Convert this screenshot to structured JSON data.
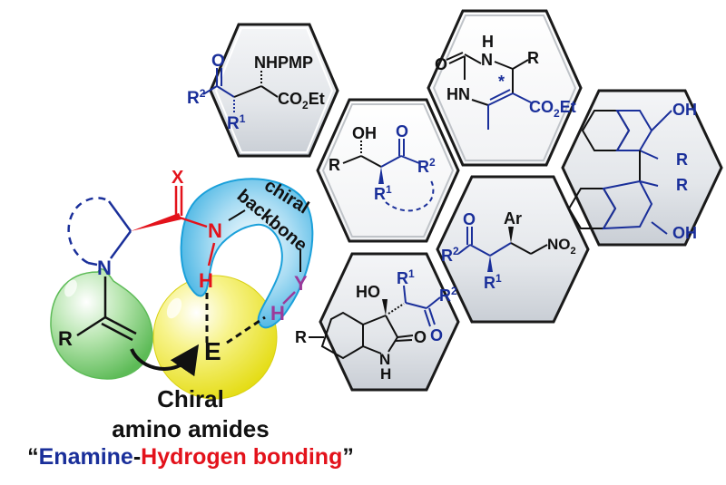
{
  "colors": {
    "blue": "#1a2f9a",
    "red": "#e3121b",
    "magenta": "#9b3a9a",
    "black": "#111111",
    "green_bubble": "#8fd18a",
    "yellow_bubble": "#f2ec3a",
    "cyan_bubble": "#3fb4e6",
    "hex_fill": "#e6e9ee",
    "hex_border": "#2a2a2a"
  },
  "catalyst": {
    "carbonyl_atom": "X",
    "amide_nitrogen": "N",
    "amide_hydrogen": "H",
    "enamine_nitrogen": "N",
    "substituent": "R",
    "electrophile": "E",
    "donor_group": "Y",
    "donor_hydrogen": "H",
    "backbone_label_line1": "chiral",
    "backbone_label_line2": "backbone"
  },
  "caption": {
    "line1": "Chiral",
    "line2": "amino amides",
    "open_quote": "“",
    "part_enamine": "Enamine",
    "dash": "-",
    "part_hbond": "Hydrogen bonding",
    "close_quote": "”"
  },
  "products": [
    {
      "id": "mannich",
      "labels": {
        "carbonyl_O": "O",
        "amine": "NHPMP",
        "r2": "R",
        "r2_sup": "2",
        "r1": "R",
        "r1_sup": "1",
        "ester": "CO",
        "ester_sub": "2",
        "ester_tail": "Et"
      }
    },
    {
      "id": "biginelli",
      "labels": {
        "O": "O",
        "NH_top_H": "H",
        "NH_top_N": "N",
        "HN": "HN",
        "R": "R",
        "star": "*",
        "ester": "CO",
        "ester_sub": "2",
        "ester_tail": "Et"
      }
    },
    {
      "id": "aldol",
      "labels": {
        "OH": "OH",
        "R": "R",
        "O": "O",
        "r2": "R",
        "r2_sup": "2",
        "r1": "R",
        "r1_sup": "1"
      }
    },
    {
      "id": "binol",
      "labels": {
        "OH_top": "OH",
        "R_top": "R",
        "R_bottom": "R",
        "OH_bottom": "OH"
      }
    },
    {
      "id": "michael",
      "labels": {
        "O": "O",
        "Ar": "Ar",
        "nitro": "NO",
        "nitro_sub": "2",
        "r2": "R",
        "r2_sup": "2",
        "r1": "R",
        "r1_sup": "1"
      }
    },
    {
      "id": "oxindole",
      "labels": {
        "HO": "HO",
        "r1": "R",
        "r1_sup": "1",
        "r2": "R",
        "r2_sup": "2",
        "R": "R",
        "O_ring": "O",
        "O_ketone": "O",
        "N": "N",
        "H": "H"
      }
    }
  ]
}
